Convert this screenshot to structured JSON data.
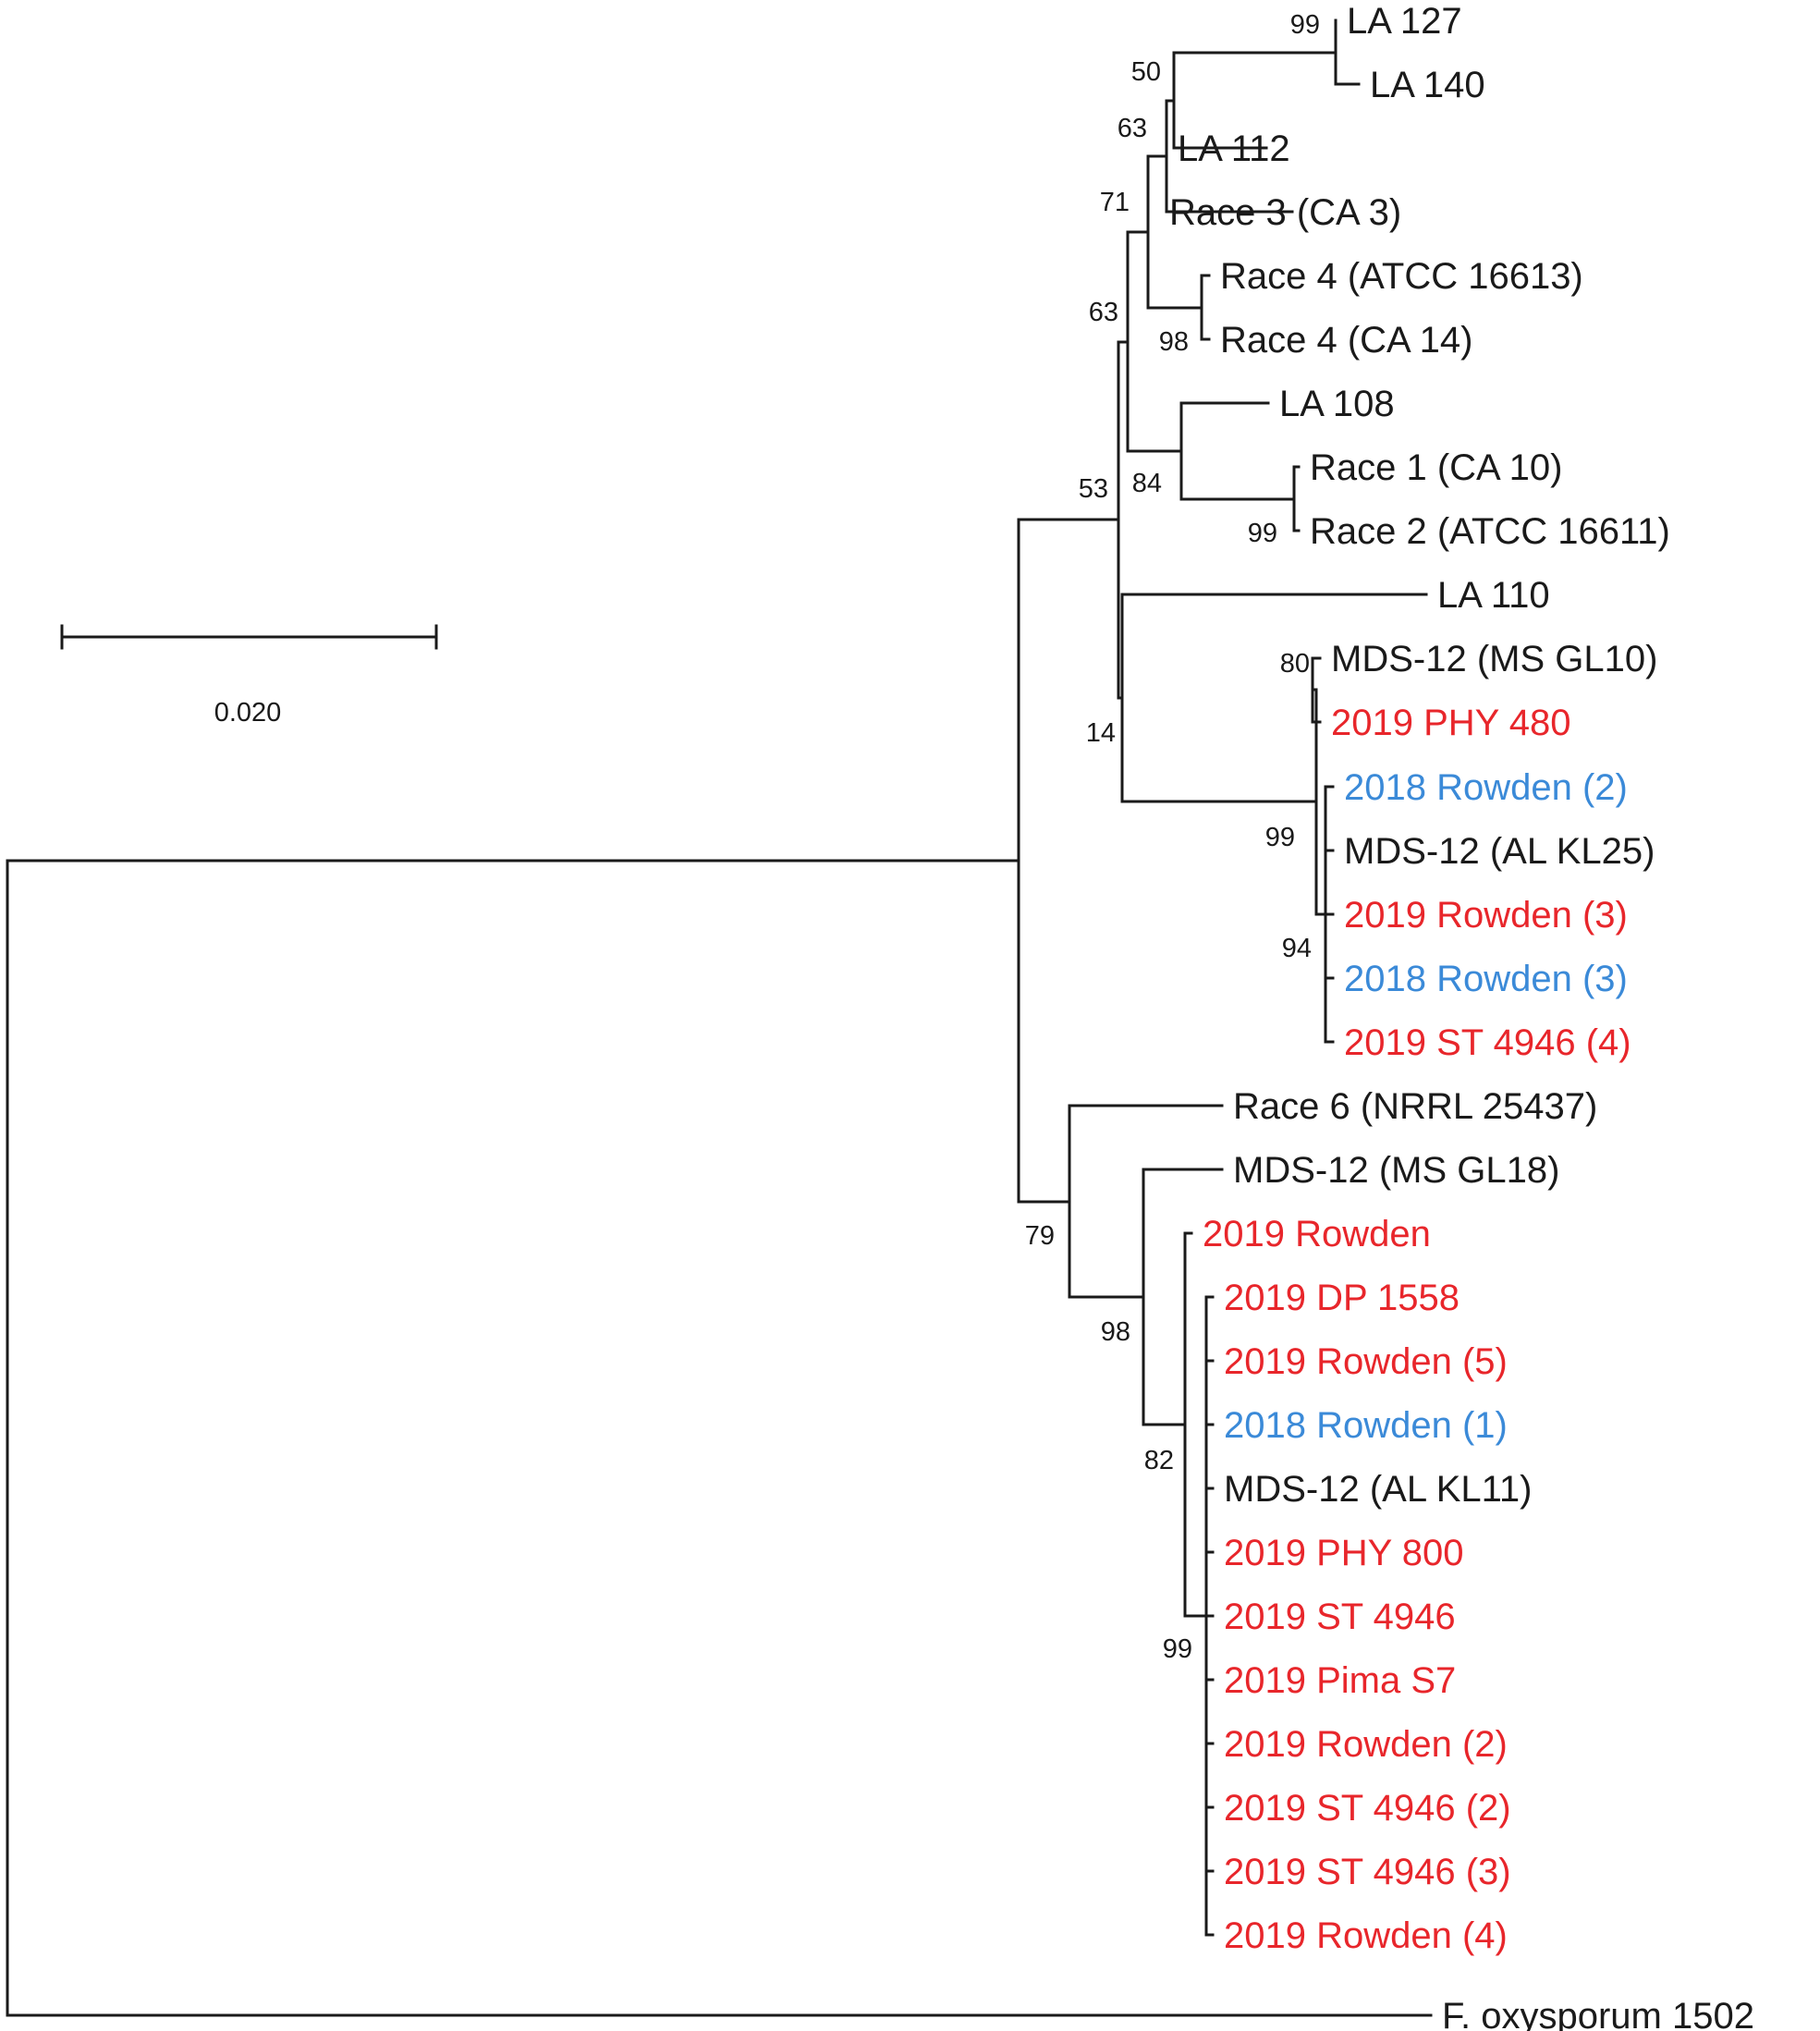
{
  "colors": {
    "reference": "#1a1a1a",
    "isolate_2019": "#e8262b",
    "isolate_2018": "#3b8ad8"
  },
  "scale_bar": {
    "label": "0.020"
  },
  "taxa": [
    {
      "label": "LA 127",
      "group": "reference"
    },
    {
      "label": "LA 140",
      "group": "reference"
    },
    {
      "label": "LA 112",
      "group": "reference"
    },
    {
      "label": "Race 3 (CA 3)",
      "group": "reference"
    },
    {
      "label": "Race 4 (ATCC 16613)",
      "group": "reference"
    },
    {
      "label": "Race 4 (CA 14)",
      "group": "reference"
    },
    {
      "label": "LA 108",
      "group": "reference"
    },
    {
      "label": "Race 1 (CA 10)",
      "group": "reference"
    },
    {
      "label": "Race 2 (ATCC 16611)",
      "group": "reference"
    },
    {
      "label": "LA 110",
      "group": "reference"
    },
    {
      "label": "MDS-12 (MS GL10)",
      "group": "reference"
    },
    {
      "label": "2019 PHY 480",
      "group": "isolate_2019"
    },
    {
      "label": "2018 Rowden (2)",
      "group": "isolate_2018"
    },
    {
      "label": "MDS-12 (AL KL25)",
      "group": "reference"
    },
    {
      "label": "2019 Rowden (3)",
      "group": "isolate_2019"
    },
    {
      "label": "2018 Rowden (3)",
      "group": "isolate_2018"
    },
    {
      "label": "2019 ST 4946 (4)",
      "group": "isolate_2019"
    },
    {
      "label": "Race 6 (NRRL 25437)",
      "group": "reference"
    },
    {
      "label": "MDS-12 (MS GL18)",
      "group": "reference"
    },
    {
      "label": "2019 Rowden",
      "group": "isolate_2019"
    },
    {
      "label": "2019 DP 1558",
      "group": "isolate_2019"
    },
    {
      "label": "2019 Rowden (5)",
      "group": "isolate_2019"
    },
    {
      "label": "2018 Rowden (1)",
      "group": "isolate_2018"
    },
    {
      "label": "MDS-12 (AL KL11)",
      "group": "reference"
    },
    {
      "label": "2019 PHY 800",
      "group": "isolate_2019"
    },
    {
      "label": "2019 ST 4946",
      "group": "isolate_2019"
    },
    {
      "label": "2019 Pima S7",
      "group": "isolate_2019"
    },
    {
      "label": "2019 Rowden (2)",
      "group": "isolate_2019"
    },
    {
      "label": "2019 ST 4946 (2)",
      "group": "isolate_2019"
    },
    {
      "label": "2019 ST 4946 (3)",
      "group": "isolate_2019"
    },
    {
      "label": "2019 Rowden (4)",
      "group": "isolate_2019"
    },
    {
      "label": "F. oxysporum 1502",
      "group": "reference"
    }
  ],
  "bootstrap": [
    {
      "clade": "LA 127 + LA 140",
      "value": "99"
    },
    {
      "clade": "LA 127 + LA 140 + LA 112",
      "value": "50"
    },
    {
      "clade": "LA 127 to Race 3 (CA 3)",
      "value": "63"
    },
    {
      "clade": "Race 4 pair",
      "value": "98"
    },
    {
      "clade": "LA 127 to Race 4",
      "value": "71"
    },
    {
      "clade": "Race 1 + Race 2",
      "value": "99"
    },
    {
      "clade": "LA 108 + Race 1 + Race 2",
      "value": "84"
    },
    {
      "clade": "LA 127 to Race 2",
      "value": "63"
    },
    {
      "clade": "MDS-12 (MS GL10) + 2019 PHY 480",
      "value": "80"
    },
    {
      "clade": "2018 Rowden (2) to 2019 ST 4946 (4)",
      "value": "94"
    },
    {
      "clade": "MDS-12 (MS GL10) to 2019 ST 4946 (4)",
      "value": "99"
    },
    {
      "clade": "LA 110 to 2019 ST 4946 (4)",
      "value": "14"
    },
    {
      "clade": "upper clade",
      "value": "53"
    },
    {
      "clade": "2019 DP 1558 to 2019 Rowden (4)",
      "value": "99"
    },
    {
      "clade": "2019 Rowden to 2019 Rowden (4)",
      "value": "82"
    },
    {
      "clade": "MDS-12 (MS GL18) to 2019 Rowden (4)",
      "value": "98"
    },
    {
      "clade": "Race 6 to 2019 Rowden (4)",
      "value": "79"
    }
  ]
}
